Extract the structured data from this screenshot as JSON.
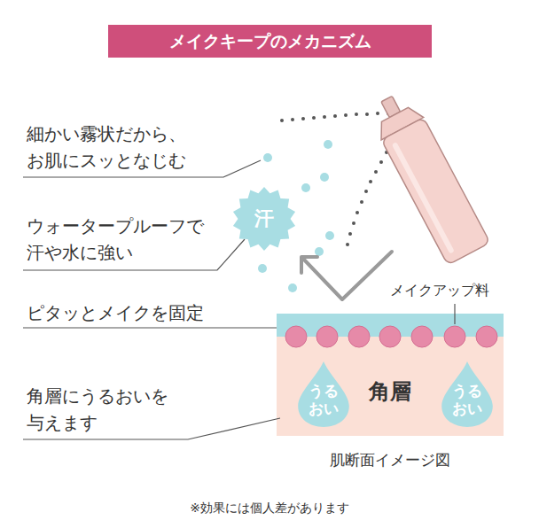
{
  "diagram": {
    "title": "メイクキープのメカニズム",
    "caption": "肌断面イメージ図",
    "nodes": [
      {
        "text": [
          "汗"
        ]
      },
      {
        "text": [
          "角層"
        ]
      },
      {
        "text": [
          "うる おい"
        ],
        "in": 1
      },
      {
        "text": [
          "うる おい"
        ],
        "in": 1
      }
    ],
    "labels": [
      "細かい霧状だから、お肌にスッとなじむ",
      "ウォータープルーフで汗や水に強い",
      "ピタッとメイクを固定",
      "角層にうるおいを与えます",
      "メイクアップ料",
      "※効果には個人差があります"
    ]
  }
}
